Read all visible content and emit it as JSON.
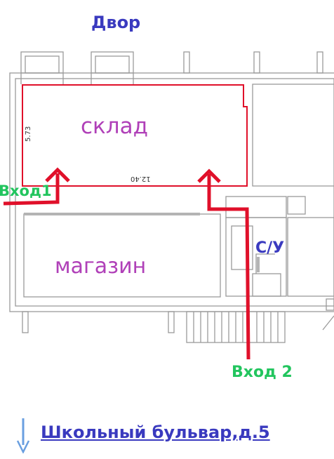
{
  "labels": {
    "yard": "Двор",
    "storage": "склад",
    "shop": "магазин",
    "toilet": "С/У",
    "entrance_1": "Вход1",
    "entrance_2": "Вход 2",
    "street_address": "Школьный бульвар,д.5"
  },
  "dimensions": {
    "storage_depth": "5.73",
    "storage_length": "12.40"
  },
  "colors": {
    "room_label": "#b040b8",
    "heading": "#3a3abf",
    "entrance_label": "#22c55e",
    "arrow": "#e0102a",
    "walls": "#9a9a9a"
  },
  "icons": {
    "compass": "north-arrow-icon"
  }
}
